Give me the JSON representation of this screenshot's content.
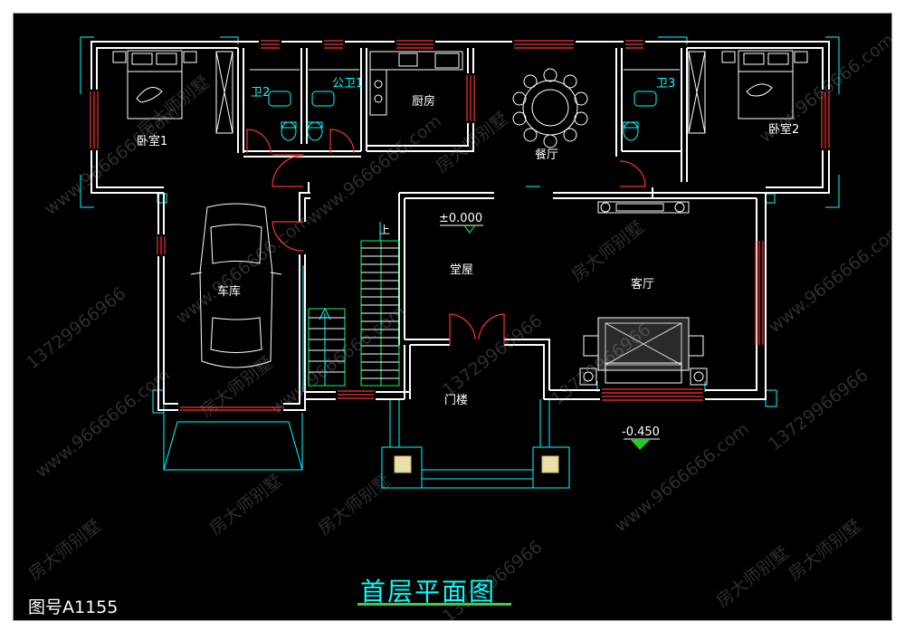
{
  "drawing": {
    "title": "首层平面图",
    "drawing_number": "图号A1155",
    "stair_label": "上"
  },
  "rooms": [
    {
      "id": "bedroom1",
      "label": "卧室1"
    },
    {
      "id": "bath2",
      "label": "卫2"
    },
    {
      "id": "public-bath1",
      "label": "公卫1"
    },
    {
      "id": "kitchen",
      "label": "厨房"
    },
    {
      "id": "dining",
      "label": "餐厅"
    },
    {
      "id": "bath3",
      "label": "卫3"
    },
    {
      "id": "bedroom2",
      "label": "卧室2"
    },
    {
      "id": "garage",
      "label": "车库"
    },
    {
      "id": "hall",
      "label": "堂屋"
    },
    {
      "id": "living",
      "label": "客厅"
    },
    {
      "id": "porch",
      "label": "门楼"
    }
  ],
  "levels": {
    "interior": "±0.000",
    "exterior": "-0.450"
  },
  "watermarks": {
    "brand": "房大师别墅",
    "site": "www.9666666.com",
    "phone": "13729966966"
  },
  "colors": {
    "background": "#000000",
    "wall": "#ffffff",
    "window": "#ff3030",
    "cyan": "#00ffff",
    "title_underline": "#3cd13c",
    "level_marker": "#22cc22"
  }
}
